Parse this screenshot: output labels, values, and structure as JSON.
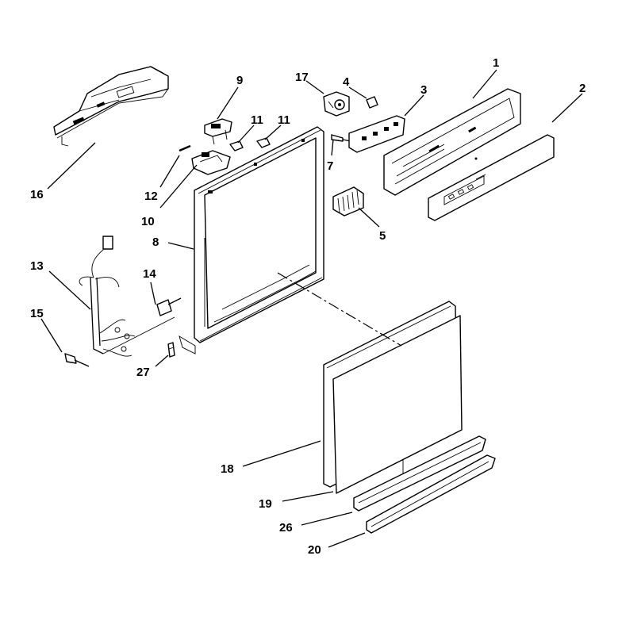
{
  "diagram": {
    "callouts": {
      "c1": "1",
      "c2": "2",
      "c3": "3",
      "c4": "4",
      "c5": "5",
      "c7": "7",
      "c8": "8",
      "c9": "9",
      "c10": "10",
      "c11a": "11",
      "c11b": "11",
      "c12": "12",
      "c13": "13",
      "c14": "14",
      "c15": "15",
      "c16": "16",
      "c17": "17",
      "c18": "18",
      "c19": "19",
      "c20": "20",
      "c26": "26",
      "c27": "27"
    }
  }
}
